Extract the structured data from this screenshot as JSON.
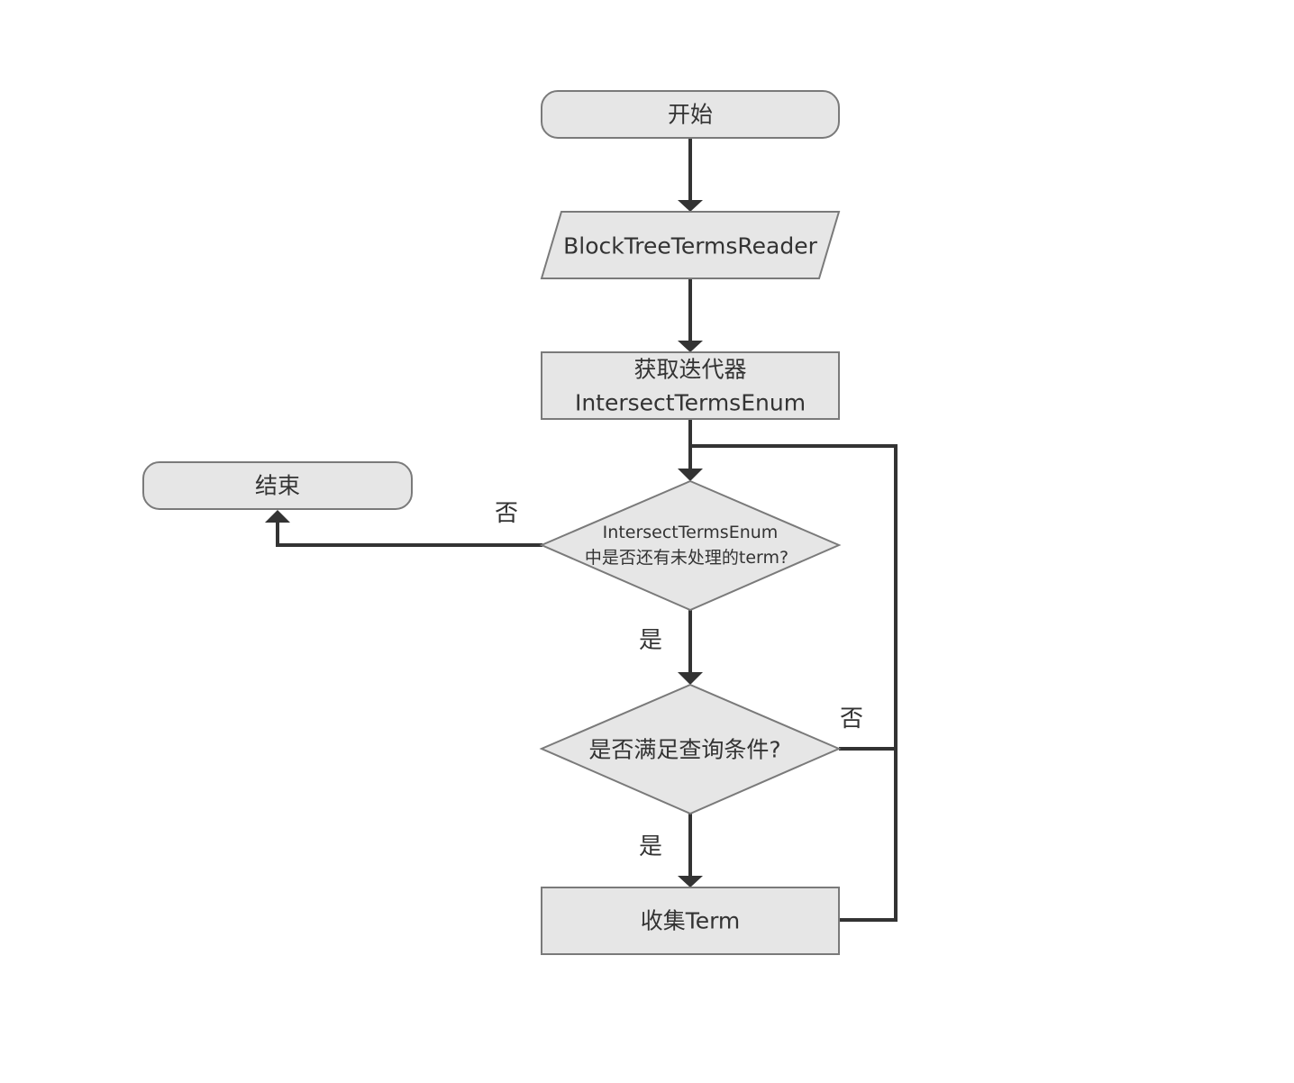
{
  "nodes": {
    "start": "开始",
    "reader": "BlockTreeTermsReader",
    "get_iterator_line1": "获取迭代器",
    "get_iterator_line2": "IntersectTermsEnum",
    "end": "结束",
    "decision_remaining_line1": "IntersectTermsEnum",
    "decision_remaining_line2": "中是否还有未处理的term?",
    "decision_match": "是否满足查询条件?",
    "collect": "收集Term"
  },
  "edge_labels": {
    "remaining_no": "否",
    "remaining_yes": "是",
    "match_no": "否",
    "match_yes": "是"
  },
  "colors": {
    "node_fill": "#e6e6e6",
    "node_border": "#7a7a7a",
    "edge": "#333333",
    "text": "#333333"
  }
}
